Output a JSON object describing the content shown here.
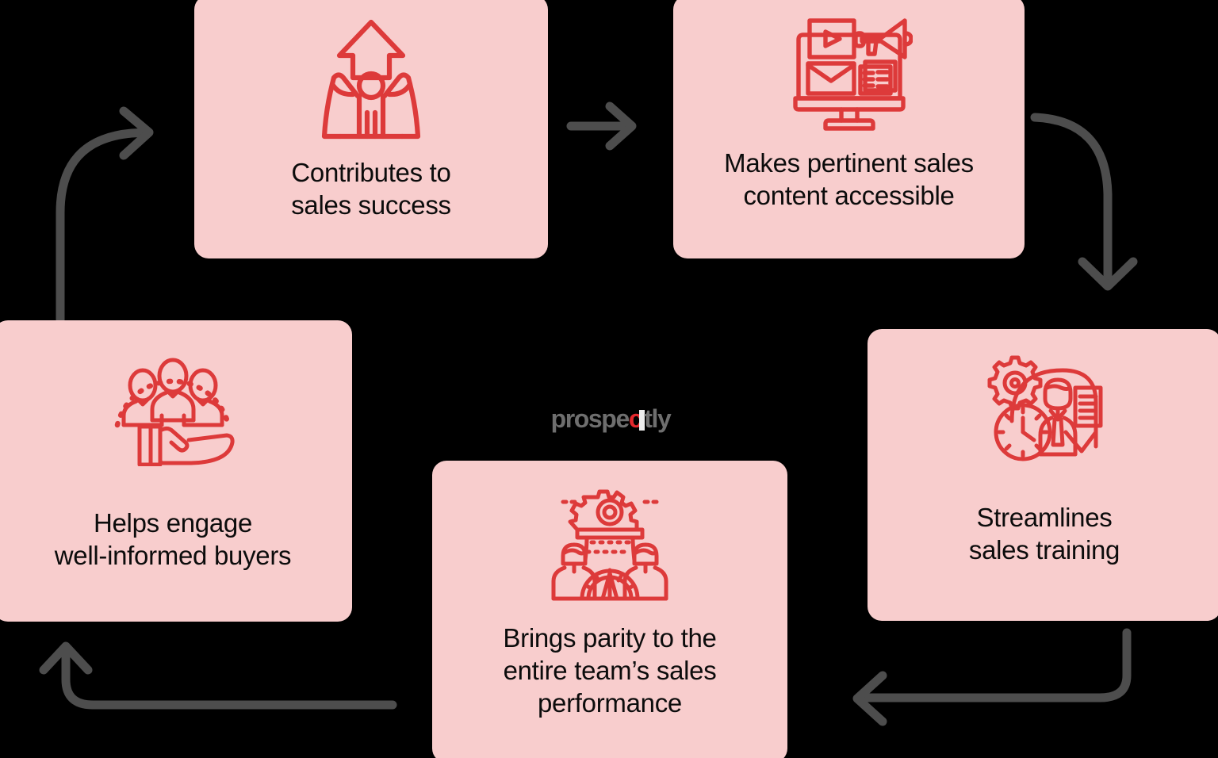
{
  "diagram": {
    "type": "cycle-diagram",
    "background_color": "#000000",
    "card_color": "#F8CDCD",
    "icon_color": "#DD3A3A",
    "arrow_color": "#4D4D4D",
    "text_color": "#0C0C0C",
    "cards": [
      {
        "id": "contributes",
        "label": "Contributes to\nsales success",
        "icon": "person-raising-arms-with-up-arrow-icon",
        "position": "top-left"
      },
      {
        "id": "content",
        "label": "Makes pertinent sales\ncontent accessible",
        "icon": "monitor-megaphone-content-icon",
        "position": "top-right"
      },
      {
        "id": "training",
        "label": "Streamlines\nsales training",
        "icon": "gear-clock-trainee-icon",
        "position": "right"
      },
      {
        "id": "parity",
        "label": "Brings parity to the\nentire team’s sales\nperformance",
        "icon": "gear-team-gauge-icon",
        "position": "bottom-center"
      },
      {
        "id": "buyers",
        "label": "Helps engage\nwell-informed buyers",
        "icon": "hand-holding-people-icon",
        "position": "left"
      }
    ],
    "arrows": [
      {
        "id": "left-up",
        "name": "arrow-left-curving-up-right",
        "from": "buyers",
        "to": "contributes"
      },
      {
        "id": "top-mid",
        "name": "arrow-straight-right",
        "from": "contributes",
        "to": "content"
      },
      {
        "id": "right-down",
        "name": "arrow-curving-right-down",
        "from": "content",
        "to": "training"
      },
      {
        "id": "bot-right",
        "name": "arrow-curving-down-left",
        "from": "training",
        "to": "parity"
      },
      {
        "id": "bot-left",
        "name": "arrow-curving-left-up",
        "from": "parity",
        "to": "buyers"
      }
    ],
    "logo": {
      "text_before": "prospe",
      "accent_letter": "c",
      "text_after": "tly",
      "full_text": "prospectly",
      "color": "#6E6E6E",
      "accent_color": "#E3282D"
    }
  }
}
